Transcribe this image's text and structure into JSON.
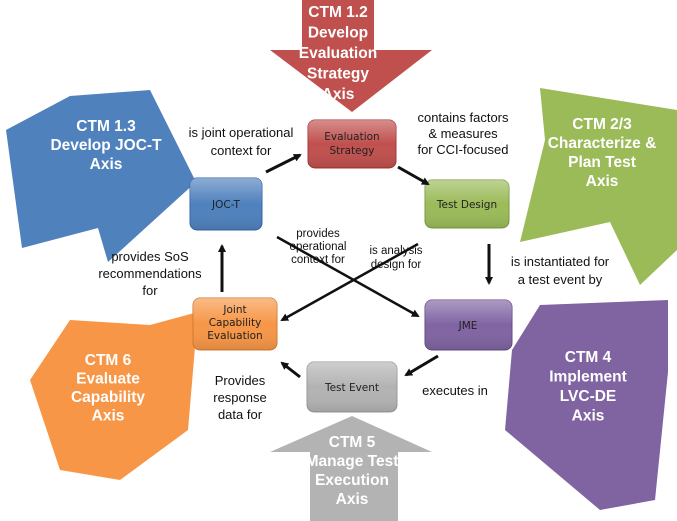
{
  "colors": {
    "red": "#c0504d",
    "blue": "#4f81bd",
    "green": "#9bbb59",
    "purple": "#8064a2",
    "orange": "#f79646",
    "gray": "#b3b3b3"
  },
  "axes": {
    "ctm12": [
      "CTM 1.2",
      "Develop",
      "Evaluation",
      "Strategy",
      "Axis"
    ],
    "ctm13": [
      "CTM 1.3",
      "Develop JOC-T",
      "Axis"
    ],
    "ctm23": [
      "CTM 2/3",
      "Characterize &",
      "Plan Test",
      "Axis"
    ],
    "ctm4": [
      "CTM 4",
      "Implement",
      "LVC-DE",
      "Axis"
    ],
    "ctm5": [
      "CTM 5",
      "Manage Test",
      "Execution",
      "Axis"
    ],
    "ctm6": [
      "CTM 6",
      "Evaluate",
      "Capability",
      "Axis"
    ]
  },
  "nodes": {
    "evaluation_strategy": [
      "Evaluation",
      "Strategy"
    ],
    "joc_t": [
      "JOC-T"
    ],
    "test_design": [
      "Test Design"
    ],
    "jme": [
      "JME"
    ],
    "test_event": [
      "Test Event"
    ],
    "joint_capability_evaluation": [
      "Joint",
      "Capability",
      "Evaluation"
    ]
  },
  "relations": {
    "joct_to_eval": [
      "is joint operational",
      "context for"
    ],
    "eval_to_testdesign": [
      "contains factors",
      "& measures",
      "for CCI-focused"
    ],
    "joct_to_jme": [
      "provides",
      "operational",
      "context for"
    ],
    "testdesign_to_jce": [
      "is analysis",
      "design for"
    ],
    "jce_to_joct": [
      "provides SoS",
      "recommendations",
      "for"
    ],
    "testdesign_to_jme": [
      "is instantiated for",
      "a test event by"
    ],
    "testevent_to_jce": [
      "Provides",
      "response",
      "data for"
    ],
    "jme_to_testevent": [
      "executes in"
    ]
  }
}
